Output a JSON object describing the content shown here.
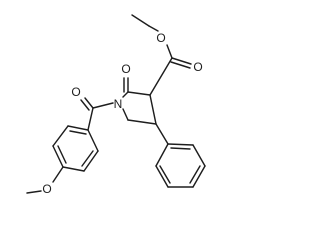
{
  "molecule": {
    "atom_labels": {
      "ester_ether_oxygen": "O",
      "ester_carbonyl_oxygen": "O",
      "lactam_carbonyl_oxygen": "O",
      "amide_carbonyl_oxygen": "O",
      "ring_nitrogen": "N",
      "methoxy_oxygen": "O"
    },
    "colors": {
      "bond": "#1e1e1e",
      "label": "#1e1e1e",
      "background": "#ffffff"
    }
  }
}
